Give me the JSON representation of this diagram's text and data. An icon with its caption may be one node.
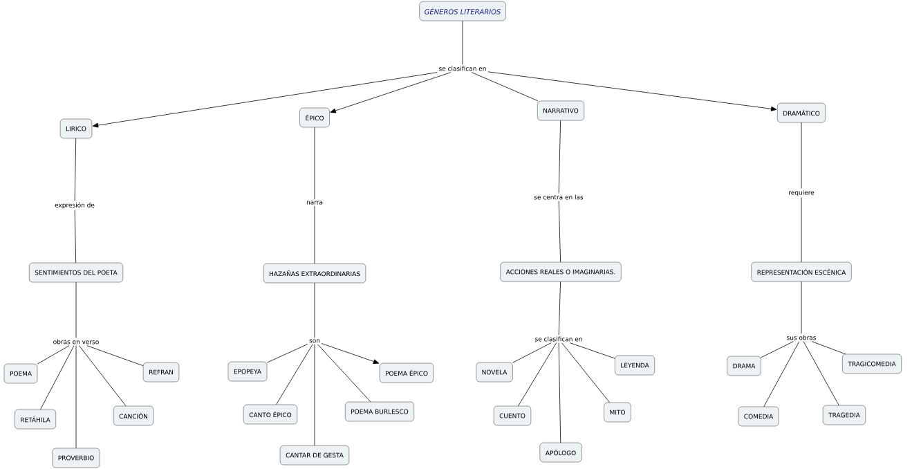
{
  "diagram": {
    "nodes": [
      {
        "text": [
          "GÉNEROS LITERARIOS"
        ]
      },
      {
        "text": [
          "se clasifican en"
        ]
      },
      {
        "text": [
          "LIRICO"
        ]
      },
      {
        "text": [
          "ÉPICO"
        ]
      },
      {
        "text": [
          "NARRATIVO"
        ]
      },
      {
        "text": [
          "DRAMÁTICO"
        ]
      },
      {
        "text": [
          "expresión de"
        ]
      },
      {
        "text": [
          "narra"
        ]
      },
      {
        "text": [
          "se centra en las"
        ]
      },
      {
        "text": [
          "requiere"
        ]
      },
      {
        "text": [
          "SENTIMIENTOS DEL POETA"
        ]
      },
      {
        "text": [
          "HAZAÑAS EXTRAORDINARIAS"
        ]
      },
      {
        "text": [
          "ACCIONES REALES O IMAGINARIAS."
        ]
      },
      {
        "text": [
          "REPRESENTACIÓN ESCÉNICA"
        ]
      },
      {
        "text": [
          "obras en verso"
        ]
      },
      {
        "text": [
          "son"
        ]
      },
      {
        "text": [
          "se clasifican en"
        ]
      },
      {
        "text": [
          "sus obras"
        ]
      },
      {
        "text": [
          "POEMA"
        ]
      },
      {
        "text": [
          "REFRAN"
        ]
      },
      {
        "text": [
          "RETÁHILA"
        ]
      },
      {
        "text": [
          "CANCIÓN"
        ]
      },
      {
        "text": [
          "PROVERBIO"
        ]
      },
      {
        "text": [
          "EPOPEYA"
        ]
      },
      {
        "text": [
          "POEMA ÉPICO"
        ]
      },
      {
        "text": [
          "CANTO ÉPICO"
        ]
      },
      {
        "text": [
          "POEMA BURLESCO"
        ]
      },
      {
        "text": [
          "CANTAR DE GESTA"
        ]
      },
      {
        "text": [
          "NOVELA"
        ]
      },
      {
        "text": [
          "LEYENDA"
        ]
      },
      {
        "text": [
          "CUENTO"
        ]
      },
      {
        "text": [
          "MITO"
        ]
      },
      {
        "text": [
          "APÓLOGO"
        ]
      },
      {
        "text": [
          "DRAMA"
        ]
      },
      {
        "text": [
          "TRAGICOMEDIA"
        ]
      },
      {
        "text": [
          "COMEDIA"
        ]
      },
      {
        "text": [
          "TRAGEDIA"
        ]
      }
    ],
    "edges": [
      {
        "from": 0,
        "to": 1,
        "arrow": "none"
      },
      {
        "from": 1,
        "to": 2,
        "arrow": "to"
      },
      {
        "from": 1,
        "to": 3,
        "arrow": "to"
      },
      {
        "from": 1,
        "to": 4,
        "arrow": "none"
      },
      {
        "from": 1,
        "to": 5,
        "arrow": "to"
      },
      {
        "from": 2,
        "to": 6,
        "arrow": "none"
      },
      {
        "from": 6,
        "to": 10,
        "arrow": "none"
      },
      {
        "from": 3,
        "to": 7,
        "arrow": "none"
      },
      {
        "from": 7,
        "to": 11,
        "arrow": "none"
      },
      {
        "from": 4,
        "to": 8,
        "arrow": "none"
      },
      {
        "from": 8,
        "to": 12,
        "arrow": "none"
      },
      {
        "from": 5,
        "to": 9,
        "arrow": "none"
      },
      {
        "from": 9,
        "to": 13,
        "arrow": "none"
      },
      {
        "from": 10,
        "to": 14,
        "arrow": "none"
      },
      {
        "from": 14,
        "to": 18,
        "arrow": "none"
      },
      {
        "from": 14,
        "to": 19,
        "arrow": "none"
      },
      {
        "from": 14,
        "to": 20,
        "arrow": "none"
      },
      {
        "from": 14,
        "to": 21,
        "arrow": "none"
      },
      {
        "from": 14,
        "to": 22,
        "arrow": "none"
      },
      {
        "from": 11,
        "to": 15,
        "arrow": "none"
      },
      {
        "from": 15,
        "to": 23,
        "arrow": "none"
      },
      {
        "from": 15,
        "to": 24,
        "arrow": "to"
      },
      {
        "from": 15,
        "to": 25,
        "arrow": "none"
      },
      {
        "from": 15,
        "to": 26,
        "arrow": "none"
      },
      {
        "from": 15,
        "to": 27,
        "arrow": "none"
      },
      {
        "from": 12,
        "to": 16,
        "arrow": "none"
      },
      {
        "from": 16,
        "to": 28,
        "arrow": "none"
      },
      {
        "from": 16,
        "to": 29,
        "arrow": "none"
      },
      {
        "from": 16,
        "to": 30,
        "arrow": "none"
      },
      {
        "from": 16,
        "to": 31,
        "arrow": "none"
      },
      {
        "from": 16,
        "to": 32,
        "arrow": "none"
      },
      {
        "from": 13,
        "to": 17,
        "arrow": "none"
      },
      {
        "from": 17,
        "to": 33,
        "arrow": "none"
      },
      {
        "from": 17,
        "to": 34,
        "arrow": "none"
      },
      {
        "from": 17,
        "to": 35,
        "arrow": "none"
      },
      {
        "from": 17,
        "to": 36,
        "arrow": "none"
      }
    ]
  }
}
